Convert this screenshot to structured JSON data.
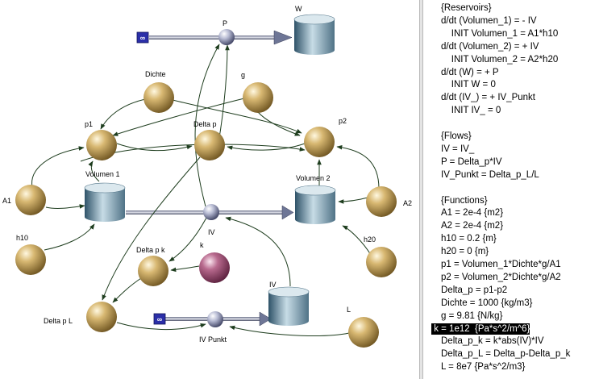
{
  "diagram": {
    "nodes": {
      "w": "W",
      "p": "P",
      "dichte": "Dichte",
      "g": "g",
      "p1": "p1",
      "delta_p": "Delta p",
      "p2": "p2",
      "volumen_1": "Volumen 1",
      "volumen_2": "Volumen 2",
      "a1": "A1",
      "a2": "A2",
      "iv": "IV",
      "h10": "h10",
      "h20": "h20",
      "delta_p_k": "Delta p k",
      "k": "k",
      "iv_tank": "IV",
      "delta_p_l": "Delta p L",
      "l": "L",
      "iv_punkt": "IV Punkt"
    },
    "colors": {
      "converter": "#c9a85a",
      "constant": "#b05f82",
      "valve": "#c8cce0",
      "tank": "#7fa3b7",
      "source": "#2b2fa8",
      "link": "#2d5a2d"
    }
  },
  "equations": [
    "{Reservoirs}",
    "d/dt (Volumen_1) = - IV",
    "    INIT Volumen_1 = A1*h10",
    "d/dt (Volumen_2) = + IV",
    "    INIT Volumen_2 = A2*h20",
    "d/dt (W) = + P",
    "    INIT W = 0",
    "d/dt (IV_) = + IV_Punkt",
    "    INIT IV_ = 0",
    "",
    "{Flows}",
    "IV = IV_",
    "P = Delta_p*IV",
    "IV_Punkt = Delta_p_L/L",
    "",
    "{Functions}",
    "A1 = 2e-4 {m2}",
    "A2 = 2e-4 {m2}",
    "h10 = 0.2 {m}",
    "h20 = 0 {m}",
    "p1 = Volumen_1*Dichte*g/A1",
    "p2 = Volumen_2*Dichte*g/A2",
    "Delta_p = p1-p2",
    "Dichte = 1000 {kg/m3}",
    "g = 9.81 {N/kg}",
    " k = 1e12  {Pa*s^2/m^6}",
    "Delta_p_k = k*abs(IV)*IV",
    "Delta_p_L = Delta_p-Delta_p_k",
    "L = 8e7 {Pa*s^2/m3}"
  ],
  "selected_equation_index": 25
}
